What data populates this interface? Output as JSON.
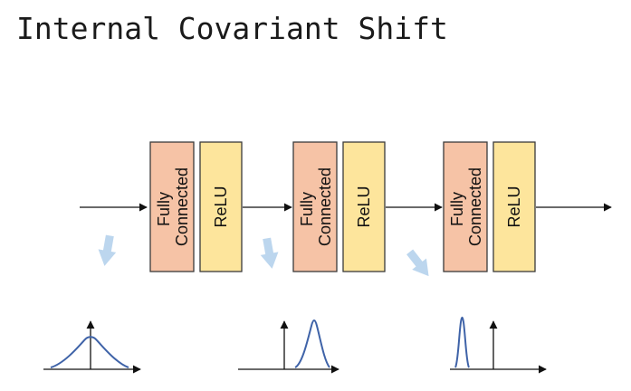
{
  "title": "Internal Covariant Shift",
  "blocks": [
    {
      "fc_line1": "Fully",
      "fc_line2": "Connected",
      "relu": "ReLU"
    },
    {
      "fc_line1": "Fully",
      "fc_line2": "Connected",
      "relu": "ReLU"
    },
    {
      "fc_line1": "Fully",
      "fc_line2": "Connected",
      "relu": "ReLU"
    }
  ],
  "colors": {
    "fc_fill": "#f6c3a6",
    "relu_fill": "#fde59c",
    "block_stroke": "#3a3a3a",
    "shift_arrow": "#bcd6ee",
    "curve": "#3f63a8",
    "axis": "#111111"
  },
  "icons": [
    "right-arrow-icon",
    "down-arrow-icon",
    "distribution-curve-icon"
  ]
}
